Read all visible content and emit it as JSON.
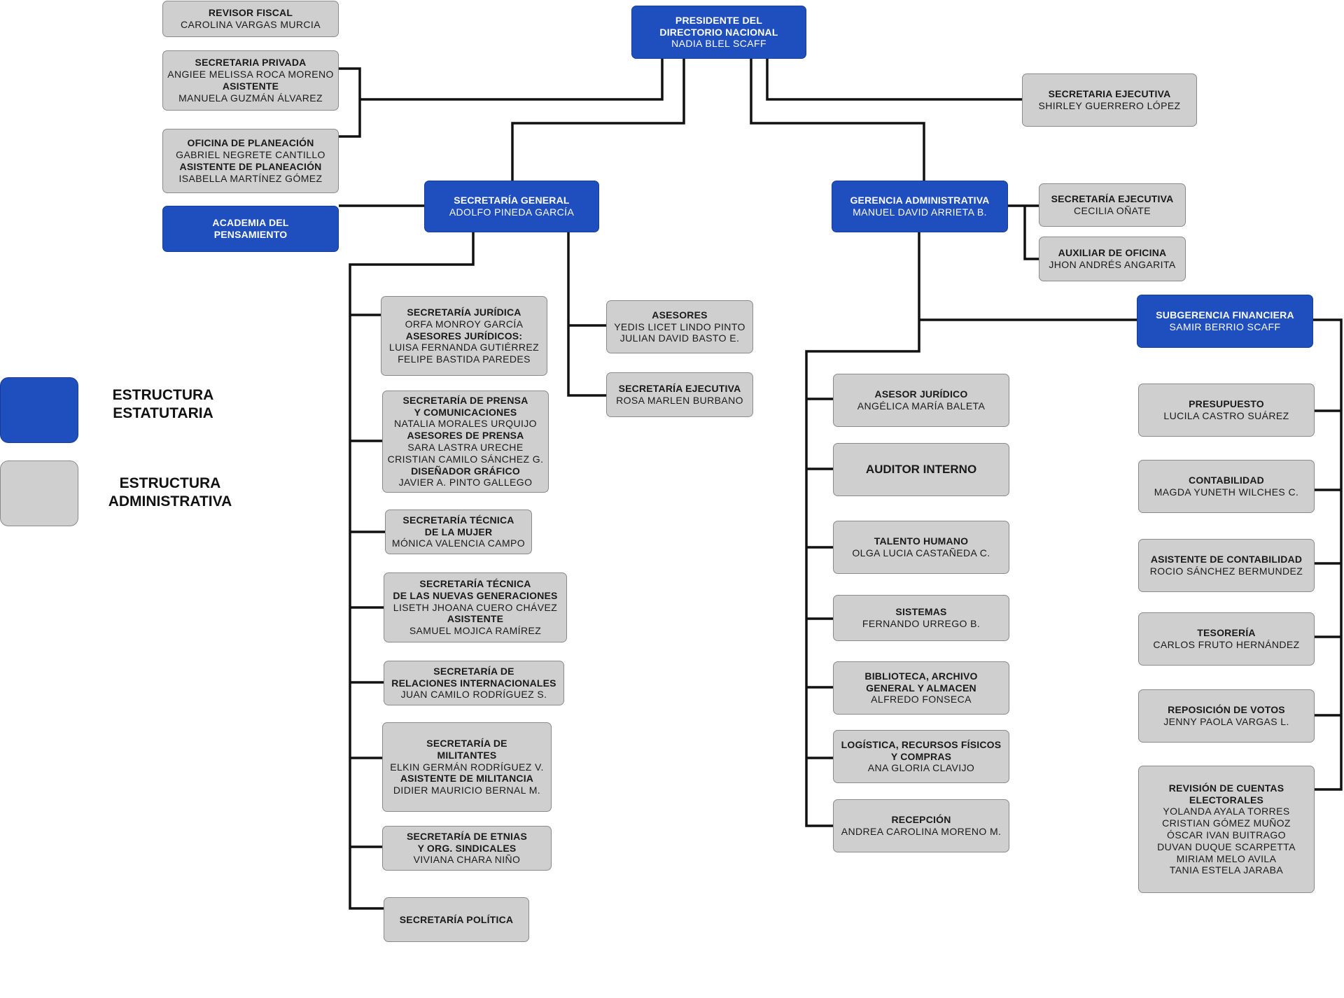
{
  "colors": {
    "statutory": "#1f4fbf",
    "administrative": "#cfcfcf",
    "connector": "#111111"
  },
  "legend": [
    {
      "id": "statutory",
      "label": "ESTRUCTURA\nESTATUTARIA",
      "color": "#1f4fbf"
    },
    {
      "id": "administrative",
      "label": "ESTRUCTURA\nADMINISTRATIVA",
      "color": "#cfcfcf"
    }
  ],
  "boxes": [
    {
      "id": "presidente",
      "kind": "blue",
      "lines": [
        {
          "t": "PRESIDENTE DEL\nDIRECTORIO NACIONAL",
          "b": true
        },
        {
          "t": "NADIA BLEL SCAFF"
        }
      ]
    },
    {
      "id": "revisor",
      "kind": "gray",
      "lines": [
        {
          "t": "REVISOR FISCAL",
          "b": true
        },
        {
          "t": "CAROLINA VARGAS MURCIA"
        }
      ]
    },
    {
      "id": "privada",
      "kind": "gray",
      "lines": [
        {
          "t": "SECRETARIA PRIVADA",
          "b": true
        },
        {
          "t": "ANGIEE MELISSA ROCA MORENO"
        },
        {
          "t": "ASISTENTE",
          "b": true
        },
        {
          "t": "MANUELA GUZMÁN ÁLVAREZ"
        }
      ]
    },
    {
      "id": "planeacion",
      "kind": "gray",
      "lines": [
        {
          "t": "OFICINA DE PLANEACIÓN",
          "b": true
        },
        {
          "t": "GABRIEL NEGRETE CANTILLO"
        },
        {
          "t": "ASISTENTE DE PLANEACIÓN",
          "b": true
        },
        {
          "t": "ISABELLA MARTÍNEZ GÓMEZ"
        }
      ]
    },
    {
      "id": "academia",
      "kind": "blue",
      "lines": [
        {
          "t": "ACADEMIA DEL\nPENSAMIENTO",
          "b": true
        }
      ]
    },
    {
      "id": "sec_ejec_top",
      "kind": "gray",
      "lines": [
        {
          "t": "SECRETARIA EJECUTIVA",
          "b": true
        },
        {
          "t": "SHIRLEY GUERRERO LÓPEZ"
        }
      ]
    },
    {
      "id": "sec_general",
      "kind": "blue",
      "lines": [
        {
          "t": "SECRETARÍA GENERAL",
          "b": true
        },
        {
          "t": "ADOLFO PINEDA GARCÍA"
        }
      ]
    },
    {
      "id": "gerencia",
      "kind": "blue",
      "lines": [
        {
          "t": "GERENCIA ADMINISTRATIVA",
          "b": true
        },
        {
          "t": "MANUEL DAVID ARRIETA B."
        }
      ]
    },
    {
      "id": "sec_ejec_ger",
      "kind": "gray",
      "lines": [
        {
          "t": "SECRETARÍA EJECUTIVA",
          "b": true
        },
        {
          "t": "CECILIA OÑATE"
        }
      ]
    },
    {
      "id": "auxiliar",
      "kind": "gray",
      "lines": [
        {
          "t": "AUXILIAR DE OFICINA",
          "b": true
        },
        {
          "t": "JHON ANDRÉS ANGARITA"
        }
      ]
    },
    {
      "id": "subgerencia",
      "kind": "blue",
      "lines": [
        {
          "t": "SUBGERENCIA FINANCIERA",
          "b": true
        },
        {
          "t": "SAMIR BERRIO SCAFF"
        }
      ]
    },
    {
      "id": "juridica",
      "kind": "gray",
      "lines": [
        {
          "t": "SECRETARÍA JURÍDICA",
          "b": true
        },
        {
          "t": "ORFA MONROY GARCÍA"
        },
        {
          "t": "ASESORES JURÍDICOS:",
          "b": true
        },
        {
          "t": "LUISA FERNANDA GUTIÉRREZ"
        },
        {
          "t": "FELIPE BASTIDA PAREDES"
        }
      ]
    },
    {
      "id": "prensa",
      "kind": "gray",
      "lines": [
        {
          "t": "SECRETARÍA DE PRENSA\nY COMUNICACIONES",
          "b": true
        },
        {
          "t": "NATALIA MORALES URQUIJO"
        },
        {
          "t": "ASESORES DE PRENSA",
          "b": true
        },
        {
          "t": "SARA LASTRA URECHE\nCRISTIAN CAMILO SÁNCHEZ G."
        },
        {
          "t": "DISEÑADOR GRÁFICO",
          "b": true
        },
        {
          "t": "JAVIER A. PINTO GALLEGO"
        }
      ]
    },
    {
      "id": "mujer",
      "kind": "gray",
      "lines": [
        {
          "t": "SECRETARÍA TÉCNICA\nDE LA MUJER",
          "b": true
        },
        {
          "t": "MÓNICA VALENCIA CAMPO"
        }
      ]
    },
    {
      "id": "generaciones",
      "kind": "gray",
      "lines": [
        {
          "t": "SECRETARÍA  TÉCNICA\nDE LAS NUEVAS GENERACIONES",
          "b": true
        },
        {
          "t": "LISETH JHOANA CUERO CHÁVEZ"
        },
        {
          "t": "ASISTENTE",
          "b": true
        },
        {
          "t": "SAMUEL MOJICA RAMÍREZ"
        }
      ]
    },
    {
      "id": "internacionales",
      "kind": "gray",
      "lines": [
        {
          "t": "SECRETARÍA DE\nRELACIONES INTERNACIONALES",
          "b": true
        },
        {
          "t": "JUAN CAMILO RODRÍGUEZ S."
        }
      ]
    },
    {
      "id": "militantes",
      "kind": "gray",
      "lines": [
        {
          "t": "SECRETARÍA DE\nMILITANTES",
          "b": true
        },
        {
          "t": "ELKIN GERMÁN RODRÍGUEZ V."
        },
        {
          "t": "ASISTENTE DE MILITANCIA",
          "b": true
        },
        {
          "t": "DIDIER MAURICIO BERNAL M."
        }
      ]
    },
    {
      "id": "etnias",
      "kind": "gray",
      "lines": [
        {
          "t": "SECRETARÍA DE ETNIAS\nY ORG. SINDICALES",
          "b": true
        },
        {
          "t": "VIVIANA CHARA NIÑO"
        }
      ]
    },
    {
      "id": "politica",
      "kind": "gray",
      "lines": [
        {
          "t": "SECRETARÍA  POLÍTICA",
          "b": true
        }
      ]
    },
    {
      "id": "asesores",
      "kind": "gray",
      "lines": [
        {
          "t": "ASESORES",
          "b": true
        },
        {
          "t": "YEDIS LICET LINDO PINTO\nJULIAN DAVID BASTO E."
        }
      ]
    },
    {
      "id": "sec_ejec_gen",
      "kind": "gray",
      "lines": [
        {
          "t": "SECRETARÍA EJECUTIVA",
          "b": true
        },
        {
          "t": "ROSA MARLEN BURBANO"
        }
      ]
    },
    {
      "id": "asesor_juridico",
      "kind": "gray",
      "lines": [
        {
          "t": "ASESOR JURÍDICO",
          "b": true
        },
        {
          "t": "ANGÉLICA MARÍA BALETA"
        }
      ]
    },
    {
      "id": "auditor",
      "kind": "gray",
      "lines": [
        {
          "t": "AUDITOR INTERNO",
          "big": true
        }
      ]
    },
    {
      "id": "talento",
      "kind": "gray",
      "lines": [
        {
          "t": "TALENTO HUMANO",
          "b": true
        },
        {
          "t": "OLGA LUCIA CASTAÑEDA C."
        }
      ]
    },
    {
      "id": "sistemas",
      "kind": "gray",
      "lines": [
        {
          "t": "SISTEMAS",
          "b": true
        },
        {
          "t": "FERNANDO URREGO B."
        }
      ]
    },
    {
      "id": "biblioteca",
      "kind": "gray",
      "lines": [
        {
          "t": "BIBLIOTECA, ARCHIVO\nGENERAL Y ALMACEN",
          "b": true
        },
        {
          "t": "ALFREDO FONSECA"
        }
      ]
    },
    {
      "id": "logistica",
      "kind": "gray",
      "lines": [
        {
          "t": "LOGÍSTICA, RECURSOS FÍSICOS\nY COMPRAS",
          "b": true
        },
        {
          "t": "ANA GLORIA CLAVIJO"
        }
      ]
    },
    {
      "id": "recepcion",
      "kind": "gray",
      "lines": [
        {
          "t": "RECEPCIÓN",
          "b": true
        },
        {
          "t": "ANDREA CAROLINA MORENO M."
        }
      ]
    },
    {
      "id": "presupuesto",
      "kind": "gray",
      "lines": [
        {
          "t": "PRESUPUESTO",
          "b": true
        },
        {
          "t": "LUCILA CASTRO SUÁREZ"
        }
      ]
    },
    {
      "id": "contabilidad",
      "kind": "gray",
      "lines": [
        {
          "t": "CONTABILIDAD",
          "b": true
        },
        {
          "t": "MAGDA YUNETH WILCHES C."
        }
      ]
    },
    {
      "id": "asist_contabilidad",
      "kind": "gray",
      "lines": [
        {
          "t": "ASISTENTE DE CONTABILIDAD",
          "b": true
        },
        {
          "t": "ROCIO SÁNCHEZ BERMUNDEZ"
        }
      ]
    },
    {
      "id": "tesoreria",
      "kind": "gray",
      "lines": [
        {
          "t": "TESORERÍA",
          "b": true
        },
        {
          "t": "CARLOS FRUTO HERNÁNDEZ"
        }
      ]
    },
    {
      "id": "votos",
      "kind": "gray",
      "lines": [
        {
          "t": "REPOSICIÓN DE VOTOS",
          "b": true
        },
        {
          "t": "JENNY PAOLA VARGAS L."
        }
      ]
    },
    {
      "id": "cuentas",
      "kind": "gray",
      "lines": [
        {
          "t": "REVISIÓN DE CUENTAS\nELECTORALES",
          "b": true
        },
        {
          "t": "YOLANDA AYALA TORRES\nCRISTIAN GÓMEZ MUÑOZ\nÓSCAR IVAN BUITRAGO\nDUVAN DUQUE SCARPETTA\nMIRIAM MELO AVILA\nTANIA ESTELA JARABA"
        }
      ]
    }
  ]
}
